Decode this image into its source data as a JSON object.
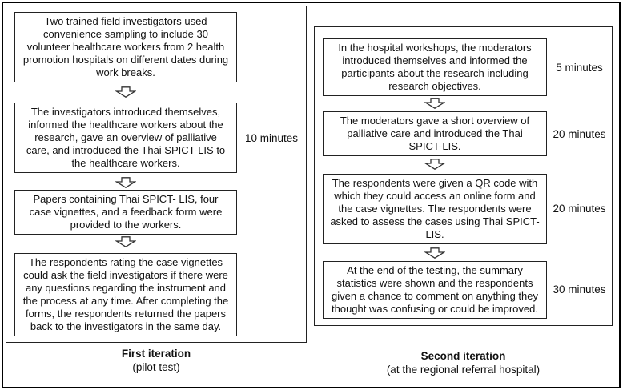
{
  "colors": {
    "background": "#ffffff",
    "ink": "#111111",
    "border": "#222222",
    "outer_frame": "#000000"
  },
  "icons": {
    "flow_arrow": "down-block-arrow"
  },
  "columns": [
    {
      "name": "first-iteration",
      "caption_title": "First iteration",
      "caption_subtitle": "(pilot test)",
      "steps": [
        {
          "text": "Two trained field investigators used convenience sampling to include 30 volunteer healthcare workers from 2 health promotion hospitals on different dates during work breaks.",
          "duration": ""
        },
        {
          "text": "The investigators introduced themselves, informed the healthcare workers about the research, gave an overview of palliative care, and introduced the Thai SPICT-LIS to the healthcare workers.",
          "duration": "10 minutes"
        },
        {
          "text": "Papers containing Thai SPICT- LIS, four case vignettes, and a feedback form were provided to the workers.",
          "duration": ""
        },
        {
          "text": "The respondents rating the case vignettes could ask the field investigators if there were any questions regarding the instrument and the process at any time. After completing the forms, the respondents returned the papers back to the investigators in the same day.",
          "duration": ""
        }
      ]
    },
    {
      "name": "second-iteration",
      "caption_title": "Second iteration",
      "caption_subtitle": "(at the regional referral hospital)",
      "steps": [
        {
          "text": "In the hospital workshops, the moderators introduced themselves and informed the participants about the research including research objectives.",
          "duration": "5 minutes"
        },
        {
          "text": "The moderators gave a short overview of palliative care and introduced the Thai SPICT-LIS.",
          "duration": "20 minutes"
        },
        {
          "text": "The respondents were given a QR code with which they could access an online form and the case vignettes. The respondents were asked to assess the cases using Thai SPICT-LIS.",
          "duration": "20 minutes"
        },
        {
          "text": "At the end of the testing, the summary statistics were shown and the respondents given a chance to comment on anything they thought was confusing or could be improved.",
          "duration": "30 minutes"
        }
      ]
    }
  ]
}
